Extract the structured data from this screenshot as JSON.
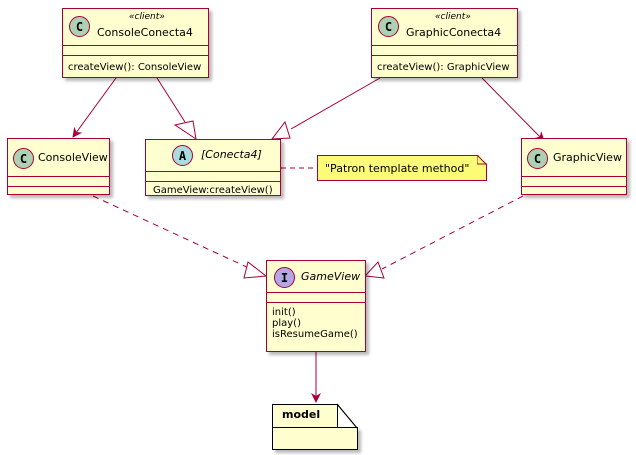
{
  "classes": {
    "console_conecta4": {
      "badge": "C",
      "stereotype": "«client»",
      "name": "ConsoleConecta4",
      "methods": [
        "createView(): ConsoleView"
      ]
    },
    "graphic_conecta4": {
      "badge": "C",
      "stereotype": "«client»",
      "name": "GraphicConecta4",
      "methods": [
        "createView(): GraphicView"
      ]
    },
    "console_view": {
      "badge": "C",
      "name": "ConsoleView"
    },
    "conecta4": {
      "badge": "A",
      "name": "[Conecta4]",
      "methods": [
        "GameView:createView()"
      ]
    },
    "graphic_view": {
      "badge": "C",
      "name": "GraphicView"
    },
    "game_view": {
      "badge": "I",
      "name": "GameView",
      "methods": [
        "init()",
        "play()",
        "isResumeGame()"
      ]
    }
  },
  "note": {
    "text": "\"Patron template method\""
  },
  "package": {
    "name": "model"
  },
  "colors": {
    "border": "#A80036",
    "class_fill": "#FEFECE",
    "note_fill": "#FBFB77",
    "class_badge": "#ADD1B2",
    "abstract_badge": "#A9DCDF",
    "interface_badge": "#B4A7E5"
  }
}
